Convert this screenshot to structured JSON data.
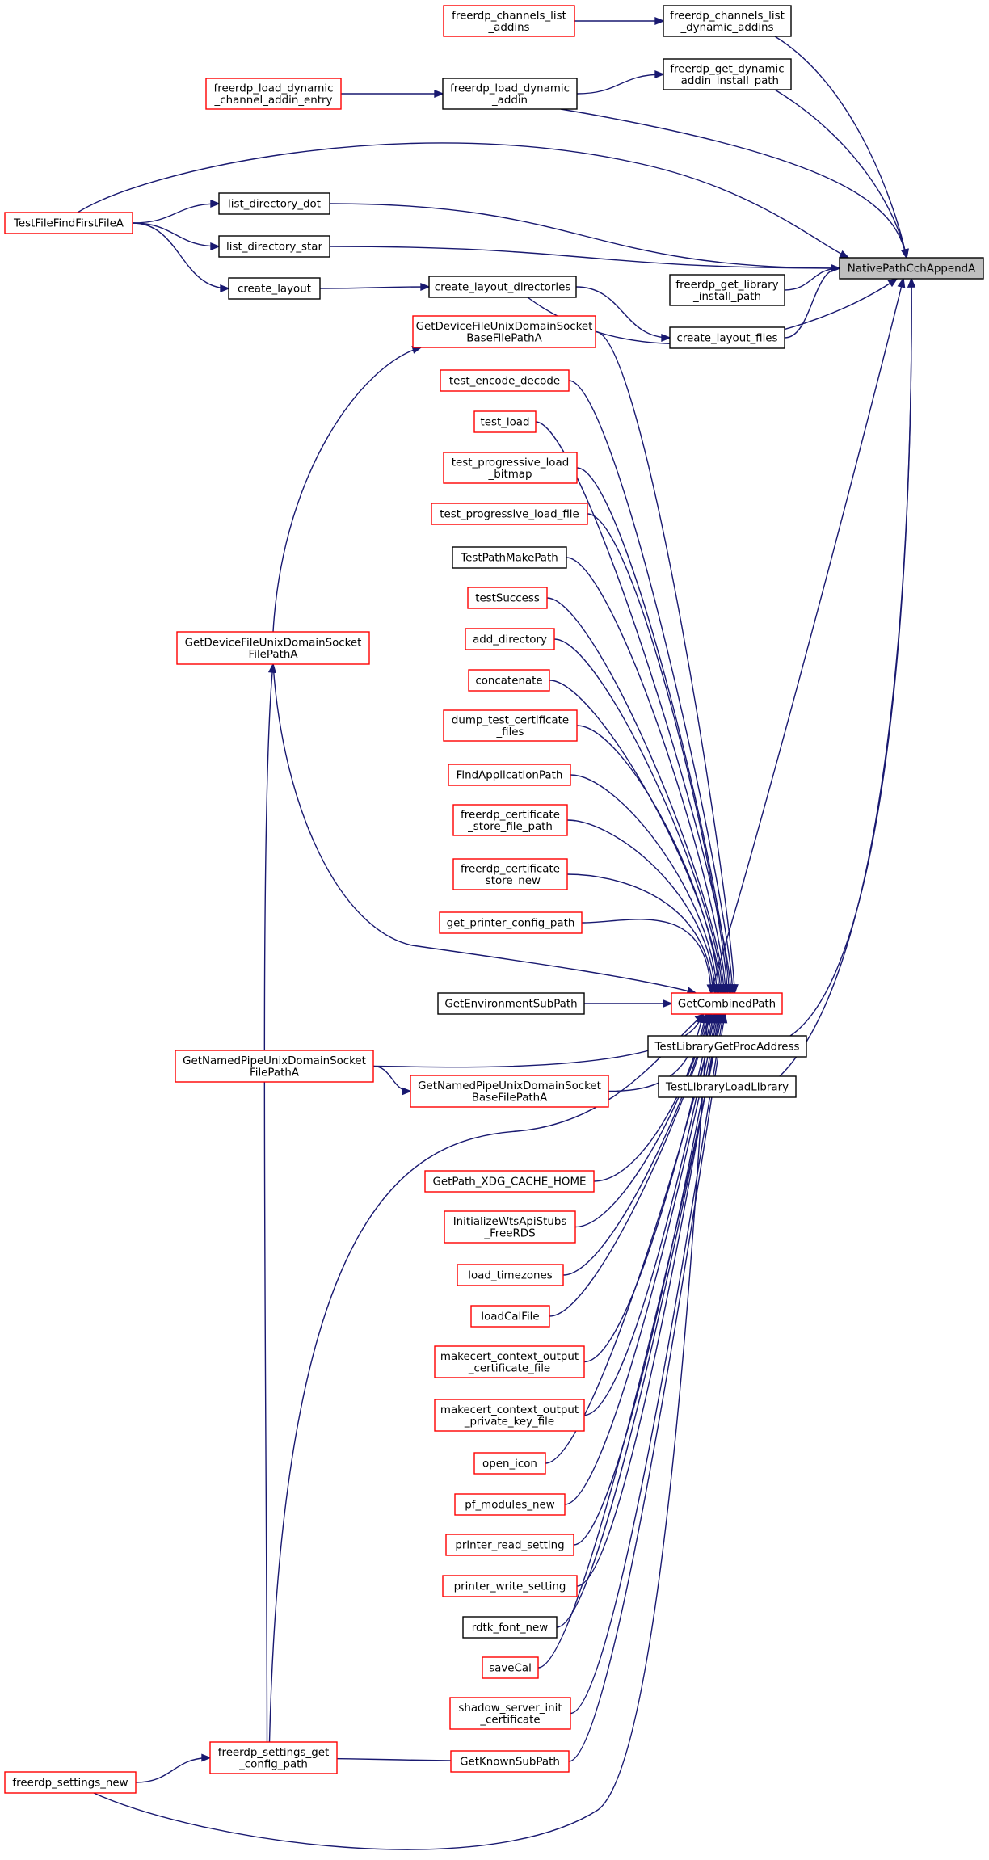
{
  "graph": {
    "kind": "caller-graph",
    "edge_color": "#191970",
    "node_border_red": "#ff0000",
    "node_border_black": "#000000",
    "target_fill": "#bfbfbf",
    "nodes": [
      {
        "id": "npcca",
        "lines": [
          "NativePathCchAppendA"
        ],
        "style": "target"
      },
      {
        "id": "fcla",
        "lines": [
          "freerdp_channels_list",
          "_addins"
        ],
        "style": "red"
      },
      {
        "id": "fclda",
        "lines": [
          "freerdp_channels_list",
          "_dynamic_addins"
        ],
        "style": "black"
      },
      {
        "id": "fgdaip",
        "lines": [
          "freerdp_get_dynamic",
          "_addin_install_path"
        ],
        "style": "black"
      },
      {
        "id": "fldcae",
        "lines": [
          "freerdp_load_dynamic",
          "_channel_addin_entry"
        ],
        "style": "red"
      },
      {
        "id": "flda",
        "lines": [
          "freerdp_load_dynamic",
          "_addin"
        ],
        "style": "black"
      },
      {
        "id": "tfffa",
        "lines": [
          "TestFileFindFirstFileA"
        ],
        "style": "red"
      },
      {
        "id": "ldd",
        "lines": [
          "list_directory_dot"
        ],
        "style": "black"
      },
      {
        "id": "lds",
        "lines": [
          "list_directory_star"
        ],
        "style": "black"
      },
      {
        "id": "cl",
        "lines": [
          "create_layout"
        ],
        "style": "black"
      },
      {
        "id": "cld",
        "lines": [
          "create_layout_directories"
        ],
        "style": "black"
      },
      {
        "id": "fglip",
        "lines": [
          "freerdp_get_library",
          "_install_path"
        ],
        "style": "black"
      },
      {
        "id": "clf",
        "lines": [
          "create_layout_files"
        ],
        "style": "black"
      },
      {
        "id": "gdfudsb",
        "lines": [
          "GetDeviceFileUnixDomainSocket",
          "BaseFilePathA"
        ],
        "style": "red"
      },
      {
        "id": "ted",
        "lines": [
          "test_encode_decode"
        ],
        "style": "red"
      },
      {
        "id": "tl",
        "lines": [
          "test_load"
        ],
        "style": "red"
      },
      {
        "id": "tplb",
        "lines": [
          "test_progressive_load",
          "_bitmap"
        ],
        "style": "red"
      },
      {
        "id": "tplf",
        "lines": [
          "test_progressive_load_file"
        ],
        "style": "red"
      },
      {
        "id": "tpmp",
        "lines": [
          "TestPathMakePath"
        ],
        "style": "black"
      },
      {
        "id": "ts",
        "lines": [
          "testSuccess"
        ],
        "style": "red"
      },
      {
        "id": "ad",
        "lines": [
          "add_directory"
        ],
        "style": "red"
      },
      {
        "id": "cc",
        "lines": [
          "concatenate"
        ],
        "style": "red"
      },
      {
        "id": "dtcf",
        "lines": [
          "dump_test_certificate",
          "_files"
        ],
        "style": "red"
      },
      {
        "id": "fap",
        "lines": [
          "FindApplicationPath"
        ],
        "style": "red"
      },
      {
        "id": "fcsfp",
        "lines": [
          "freerdp_certificate",
          "_store_file_path"
        ],
        "style": "red"
      },
      {
        "id": "fcsn",
        "lines": [
          "freerdp_certificate",
          "_store_new"
        ],
        "style": "red"
      },
      {
        "id": "gpcp",
        "lines": [
          "get_printer_config_path"
        ],
        "style": "red"
      },
      {
        "id": "gdfudsf",
        "lines": [
          "GetDeviceFileUnixDomainSocket",
          "FilePathA"
        ],
        "style": "red"
      },
      {
        "id": "gesp",
        "lines": [
          "GetEnvironmentSubPath"
        ],
        "style": "black"
      },
      {
        "id": "gcp",
        "lines": [
          "GetCombinedPath"
        ],
        "style": "red"
      },
      {
        "id": "gnpudsf",
        "lines": [
          "GetNamedPipeUnixDomainSocket",
          "FilePathA"
        ],
        "style": "red"
      },
      {
        "id": "gnpudsb",
        "lines": [
          "GetNamedPipeUnixDomainSocket",
          "BaseFilePathA"
        ],
        "style": "red"
      },
      {
        "id": "tlgpa",
        "lines": [
          "TestLibraryGetProcAddress"
        ],
        "style": "black"
      },
      {
        "id": "tlll",
        "lines": [
          "TestLibraryLoadLibrary"
        ],
        "style": "black"
      },
      {
        "id": "gpxch",
        "lines": [
          "GetPath_XDG_CACHE_HOME"
        ],
        "style": "red"
      },
      {
        "id": "iwasf",
        "lines": [
          "InitializeWtsApiStubs",
          "_FreeRDS"
        ],
        "style": "red"
      },
      {
        "id": "ltz",
        "lines": [
          "load_timezones"
        ],
        "style": "red"
      },
      {
        "id": "lcf",
        "lines": [
          "loadCalFile"
        ],
        "style": "red"
      },
      {
        "id": "mcocf",
        "lines": [
          "makecert_context_output",
          "_certificate_file"
        ],
        "style": "red"
      },
      {
        "id": "mcopk",
        "lines": [
          "makecert_context_output",
          "_private_key_file"
        ],
        "style": "red"
      },
      {
        "id": "oi",
        "lines": [
          "open_icon"
        ],
        "style": "red"
      },
      {
        "id": "pmn",
        "lines": [
          "pf_modules_new"
        ],
        "style": "red"
      },
      {
        "id": "prs",
        "lines": [
          "printer_read_setting"
        ],
        "style": "red"
      },
      {
        "id": "pws",
        "lines": [
          "printer_write_setting"
        ],
        "style": "red"
      },
      {
        "id": "rfn",
        "lines": [
          "rdtk_font_new"
        ],
        "style": "black"
      },
      {
        "id": "sc",
        "lines": [
          "saveCal"
        ],
        "style": "red"
      },
      {
        "id": "ssic",
        "lines": [
          "shadow_server_init",
          "_certificate"
        ],
        "style": "red"
      },
      {
        "id": "fsgcp",
        "lines": [
          "freerdp_settings_get",
          "_config_path"
        ],
        "style": "red"
      },
      {
        "id": "gksp",
        "lines": [
          "GetKnownSubPath"
        ],
        "style": "red"
      },
      {
        "id": "fsn",
        "lines": [
          "freerdp_settings_new"
        ],
        "style": "red"
      }
    ]
  }
}
